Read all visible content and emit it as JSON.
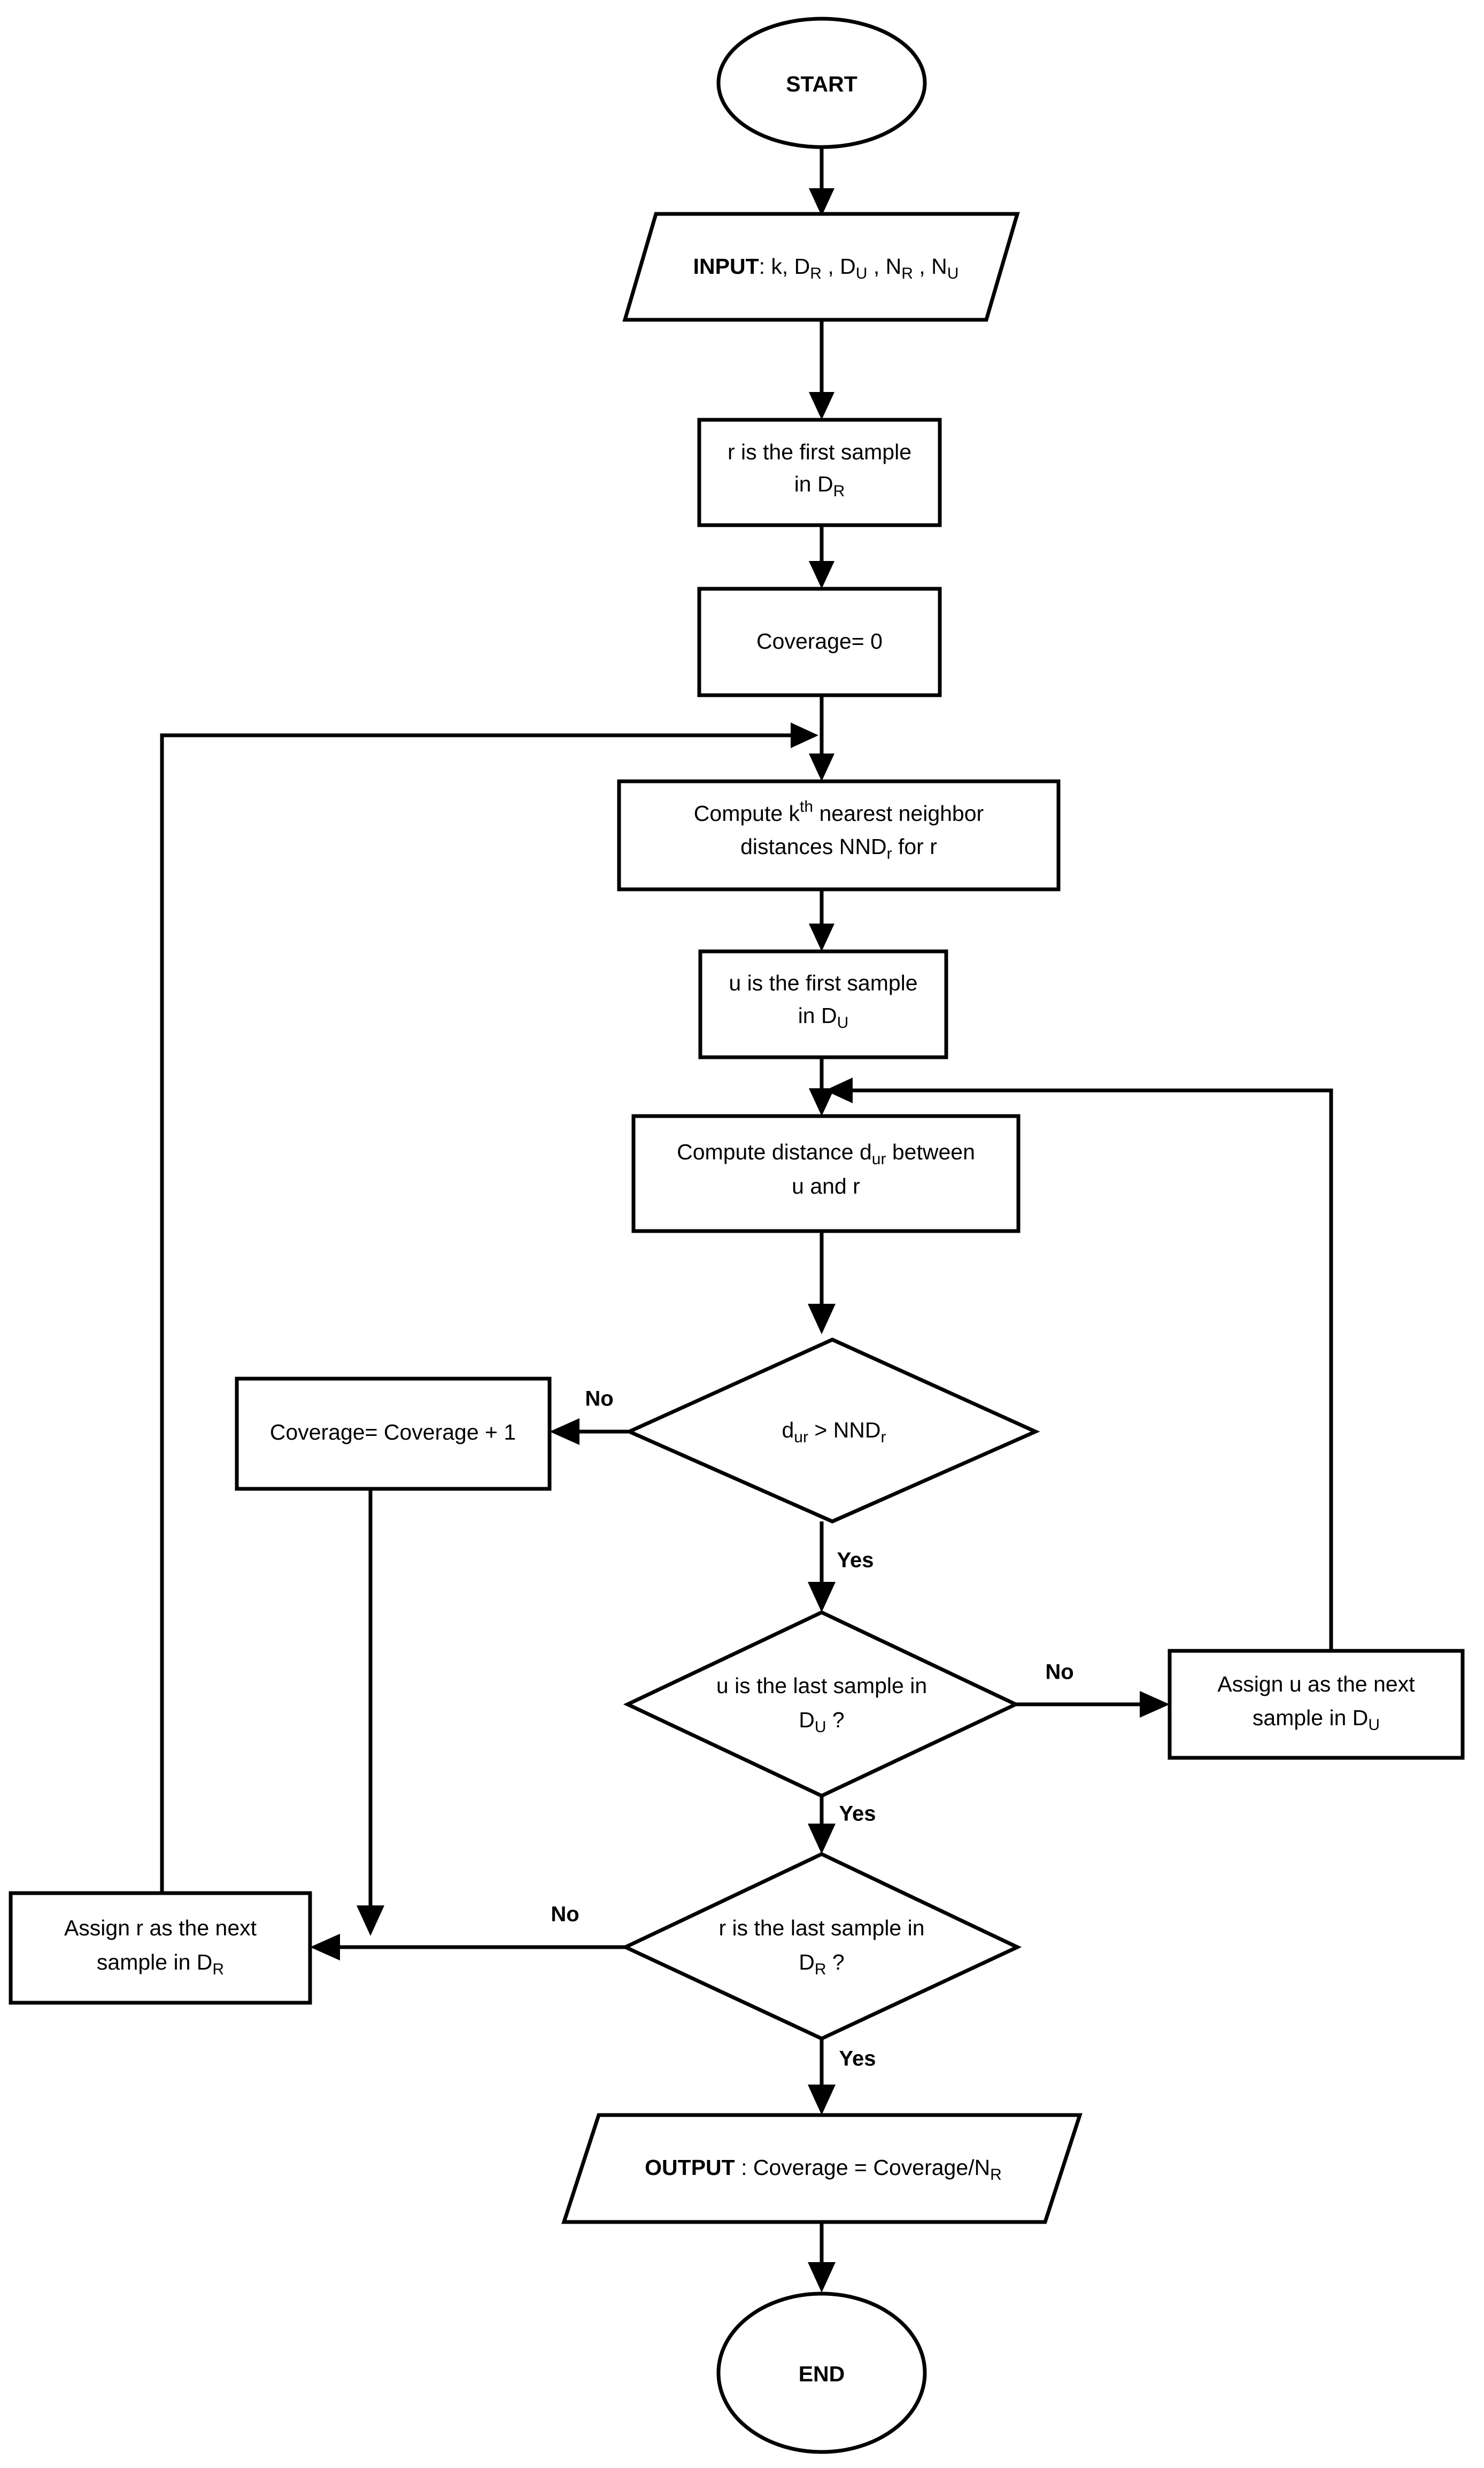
{
  "diagram": {
    "title": "Coverage computation flowchart",
    "background_color": "#ffffff",
    "line_color": "#000000"
  },
  "nodes": {
    "start": {
      "label": "START",
      "shape": "oval"
    },
    "input": {
      "label_bold": "INPUT",
      "label_rest": ": k, D",
      "full_label": "INPUT: k, DR , DU , NR , NU",
      "shape": "parallelogram"
    },
    "first_r": {
      "line1": "r is the first sample",
      "line2_pre": "in D",
      "line2_sub": "R",
      "shape": "rect"
    },
    "coverage_init": {
      "label": "Coverage= 0",
      "shape": "rect"
    },
    "compute_knn": {
      "line1_pre": "Compute k",
      "line1_sup": "th",
      "line1_post": " nearest neighbor",
      "line2_pre": "distances NND",
      "line2_sub": "r",
      "line2_post": " for r",
      "shape": "rect"
    },
    "first_u": {
      "line1": "u is the first sample",
      "line2_pre": "in D",
      "line2_sub": "U",
      "shape": "rect"
    },
    "compute_dist": {
      "line1_pre": "Compute distance d",
      "line1_sub": "ur",
      "line1_post": " between",
      "line2": "u and r",
      "shape": "rect"
    },
    "decision_dist": {
      "label_pre": "d",
      "label_sub1": "ur",
      "label_mid": " > NND",
      "label_sub2": "r",
      "full_label": "dur > NNDr",
      "shape": "diamond"
    },
    "coverage_inc": {
      "label": "Coverage= Coverage + 1",
      "shape": "rect"
    },
    "decision_last_u": {
      "line1": "u is the last sample in",
      "line2_pre": "D",
      "line2_sub": "U",
      "line2_post": " ?",
      "shape": "diamond"
    },
    "assign_u": {
      "line1": "Assign u as the next",
      "line2_pre": "sample in D",
      "line2_sub": "U",
      "shape": "rect"
    },
    "decision_last_r": {
      "line1": "r is the last sample in",
      "line2_pre": "D",
      "line2_sub": "R",
      "line2_post": " ?",
      "shape": "diamond"
    },
    "assign_r": {
      "line1": "Assign r as the next",
      "line2_pre": "sample in D",
      "line2_sub": "R",
      "shape": "rect"
    },
    "output": {
      "label_bold": "OUTPUT",
      "label_rest": " : Coverage = Coverage/N",
      "label_sub": "R",
      "full_label": "OUTPUT : Coverage = Coverage/NR",
      "shape": "parallelogram"
    },
    "end": {
      "label": "END",
      "shape": "oval"
    }
  },
  "edge_labels": {
    "dist_no": "No",
    "dist_yes": "Yes",
    "last_u_no": "No",
    "last_u_yes": "Yes",
    "last_r_no": "No",
    "last_r_yes": "Yes"
  },
  "input_tokens": {
    "k": "k",
    "DR": "D",
    "DR_sub": "R",
    "DU": "D",
    "DU_sub": "U",
    "NR": "N",
    "NR_sub": "R",
    "NU": "N",
    "NU_sub": "U"
  }
}
